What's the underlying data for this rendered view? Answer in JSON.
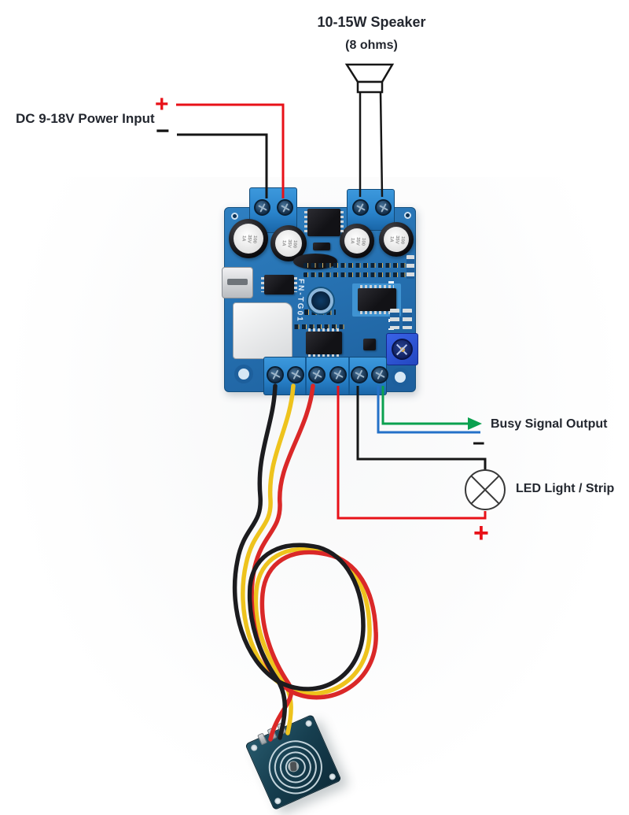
{
  "labels": {
    "speaker_title": "10-15W Speaker",
    "speaker_sub": "(8 ohms)",
    "power_input": "DC 9-18V Power Input",
    "power_plus": "+",
    "power_minus": "−",
    "busy_output": "Busy Signal Output",
    "led_minus": "−",
    "led_label": "LED Light / Strip",
    "led_plus": "+"
  },
  "board": {
    "silkscreen": "FN-TG01",
    "cap_marking": "100\n35V\n1A"
  },
  "colors": {
    "wire_red": "#e81118",
    "wire_black": "#161616",
    "wire_yellow": "#eec31d",
    "busy_green": "#0ba14f",
    "busy_blue": "#2471c8",
    "board_blue": "#2a79ba",
    "terminal_blue": "#2f8fd8",
    "sensor_teal": "#17404f"
  }
}
